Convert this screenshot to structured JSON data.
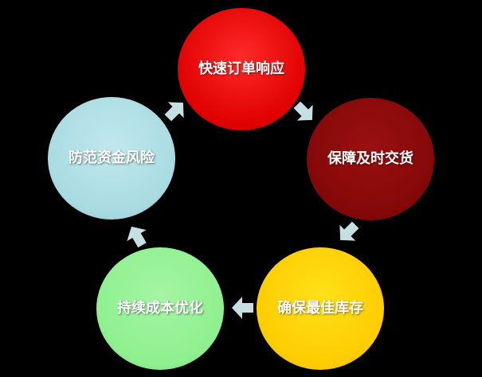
{
  "diagram": {
    "nodes": [
      {
        "label": "快速订单响应",
        "color": "#f20d0d"
      },
      {
        "label": "保障及时交货",
        "color": "#8a0a0a"
      },
      {
        "label": "确保最佳库存",
        "color": "#ffd000"
      },
      {
        "label": "持续成本优化",
        "color": "#90ee90"
      },
      {
        "label": "防范资金风险",
        "color": "#a9dce3"
      }
    ],
    "arrow_color": "#c5dfe2"
  }
}
